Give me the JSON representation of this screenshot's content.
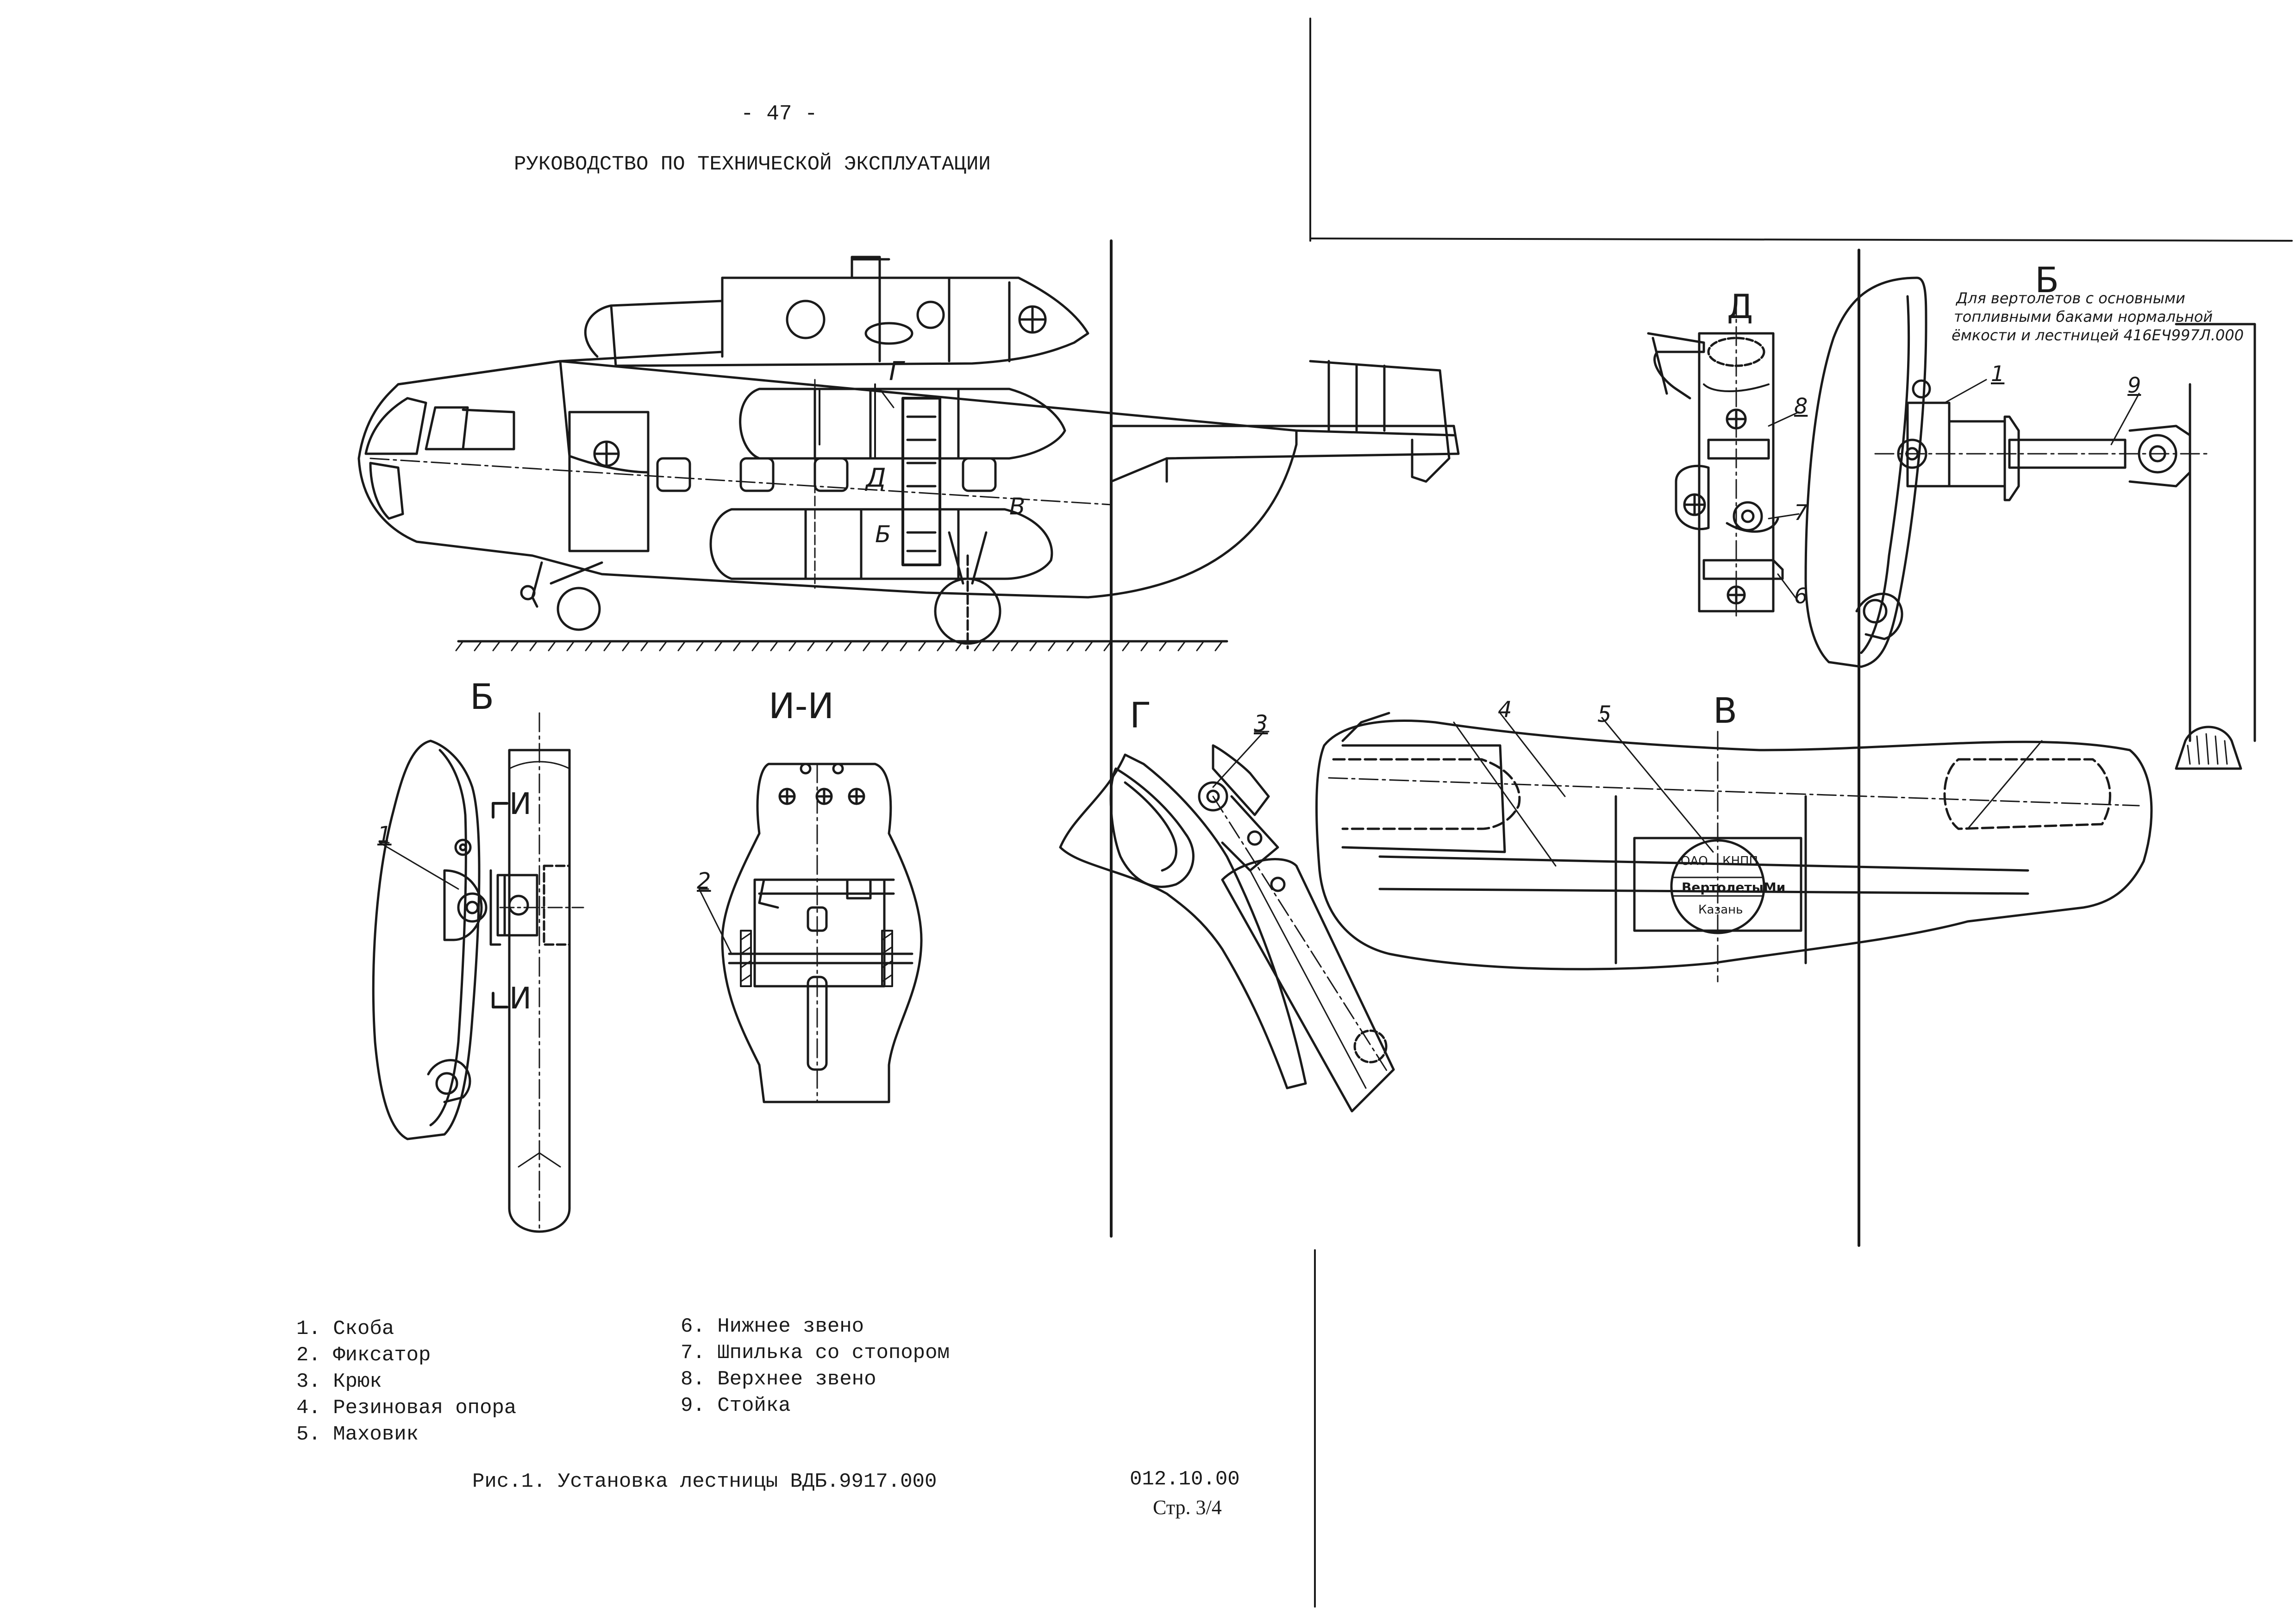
{
  "page": {
    "number": "- 47 -",
    "header": "РУКОВОДСТВО ПО ТЕХНИЧЕСКОЙ ЭКСПЛУАТАЦИИ",
    "doc_code": "012.10.00",
    "sheet": "Стр. 3/4"
  },
  "caption": "Рис.1. Установка лестницы ВДБ.9917.000",
  "legend_left": [
    "1. Скоба",
    "2. Фиксатор",
    "3. Крюк",
    "4. Резиновая опора",
    "5. Маховик"
  ],
  "legend_right": [
    "6. Нижнее звено",
    "7. Шпилька со стопором",
    "8. Верхнее звено",
    "9. Стойка"
  ],
  "view_labels": {
    "overview_g": "Г",
    "overview_d": "Д",
    "overview_v": "В",
    "overview_b": "Б",
    "view_d": "Д",
    "view_b_top": "Б",
    "view_b": "Б",
    "section_ii": "И-И",
    "view_g": "Г",
    "view_v": "В",
    "cut_mark": "И"
  },
  "note_b": [
    "Для вертолетов с основными",
    "топливными баками нормальной",
    "ёмкости и лестницей 416ЕЧ997Л.000"
  ],
  "callouts": {
    "c1": "1",
    "c2": "2",
    "c3": "3",
    "c4": "4",
    "c5": "5",
    "c6": "6",
    "c7": "7",
    "c8": "8",
    "c9": "9"
  },
  "stamp": {
    "line1": "ОАО",
    "line2": "КНПП",
    "line3": "ВертолетыМи",
    "line4": "Казань"
  }
}
